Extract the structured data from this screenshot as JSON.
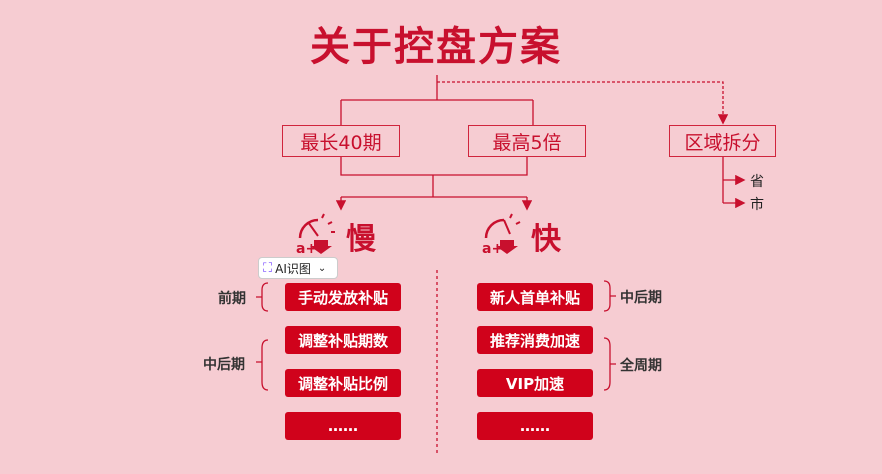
{
  "title": "关于控盘方案",
  "boxes": {
    "left": "最长40期",
    "mid": "最高5倍",
    "right": "区域拆分"
  },
  "region_items": [
    "省",
    "市"
  ],
  "slow": {
    "label": "慢",
    "icon": "gauge-icon",
    "phases": [
      "前期",
      "中后期"
    ],
    "buttons": [
      "手动发放补贴",
      "调整补贴期数",
      "调整补贴比例",
      "……"
    ]
  },
  "fast": {
    "label": "快",
    "icon": "gauge-icon",
    "phases": [
      "中后期",
      "全周期"
    ],
    "buttons": [
      "新人首单补贴",
      "推荐消费加速",
      "VIP加速",
      "……"
    ]
  },
  "ai_popup": {
    "label": "AI识图"
  },
  "colors": {
    "accent": "#c8102e",
    "button": "#d0021b",
    "background": "#f6ccd2"
  }
}
